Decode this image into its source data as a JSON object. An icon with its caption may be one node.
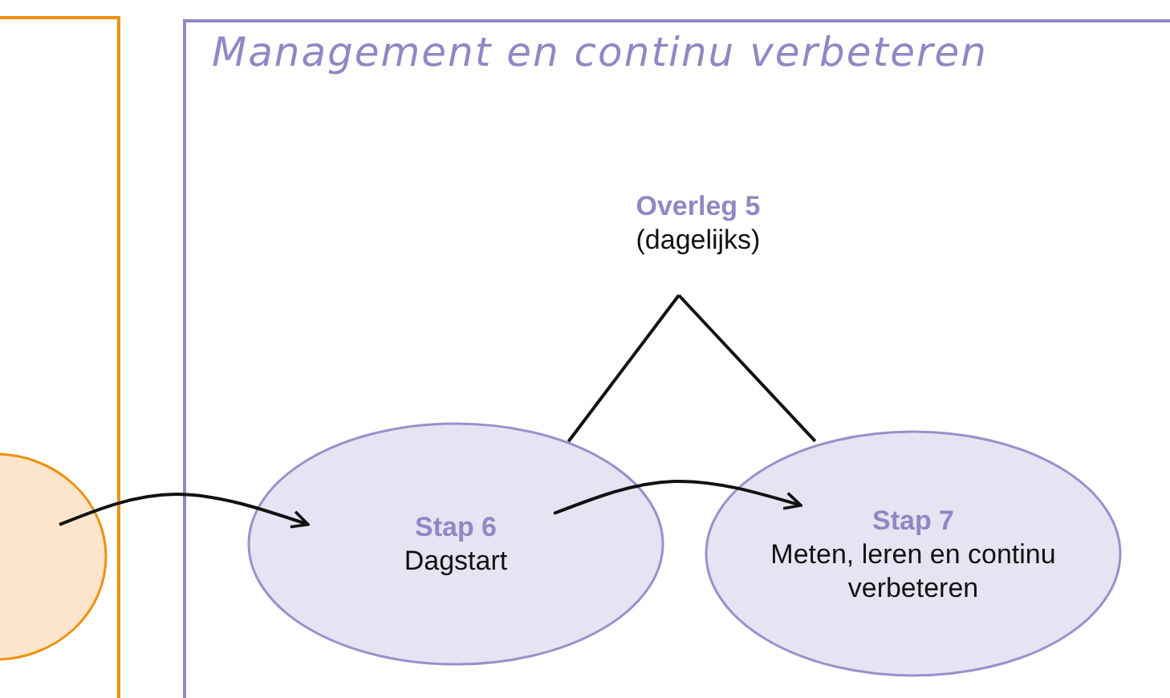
{
  "diagram": {
    "nodes": [
      {
        "text": [],
        "shape": "box"
      },
      {
        "text": [],
        "shape": "circle",
        "in": 0
      },
      {
        "text": [
          "Management en continu verbeteren"
        ]
      },
      {
        "text": [
          "Overleg 5",
          "(dagelijks)"
        ],
        "in": 2
      },
      {
        "text": [
          "Stap 6",
          "Dagstart"
        ],
        "in": 2
      },
      {
        "text": [
          "Stap 7",
          "Meten, leren en continu verbeteren"
        ],
        "in": 2
      }
    ],
    "edges": [
      {
        "from": 1,
        "to": 4,
        "arrow": "to"
      },
      {
        "from": 4,
        "to": 5,
        "arrow": "to"
      },
      {
        "from": 3,
        "to": 4,
        "arrow": "none"
      },
      {
        "from": 3,
        "to": 5,
        "arrow": "none"
      }
    ]
  }
}
